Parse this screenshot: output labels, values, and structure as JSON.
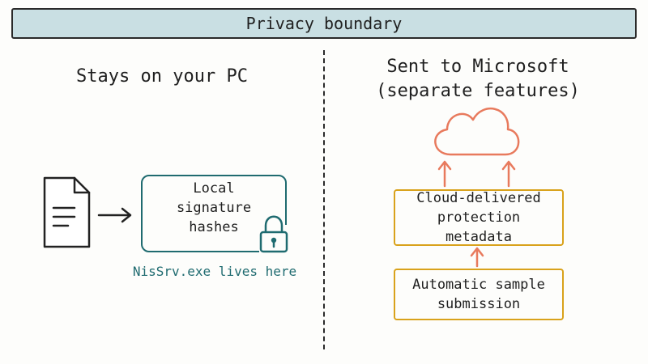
{
  "banner": {
    "title": "Privacy boundary"
  },
  "left": {
    "heading": "Stays on your PC",
    "box_label": "Local signature hashes",
    "caption": "NisSrv.exe lives here"
  },
  "right": {
    "heading_line1": "Sent to Microsoft",
    "heading_line2": "(separate features)",
    "metadata_label": "Cloud-delivered protection metadata",
    "sample_label": "Automatic sample submission"
  },
  "colors": {
    "banner_fill": "#c9dfe3",
    "local_accent": "#1f6b70",
    "cloud_stroke": "#e87a5d",
    "box_border": "#d9a21b"
  },
  "icons": [
    "document-icon",
    "arrow-right-icon",
    "padlock-icon",
    "cloud-icon",
    "arrow-up-icon"
  ]
}
